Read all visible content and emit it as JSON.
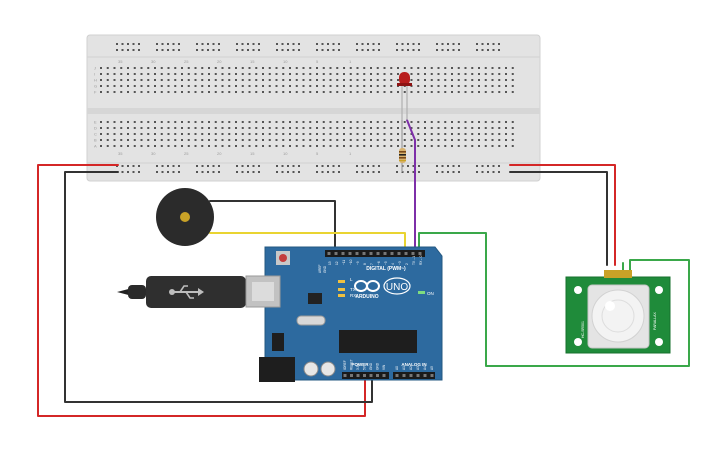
{
  "breadboard": {
    "top_col_labels": [
      "35",
      "30",
      "25",
      "20",
      "15",
      "10",
      "5",
      "1"
    ],
    "row_letters_top": [
      "J",
      "I",
      "H",
      "G",
      "F"
    ],
    "row_letters_bottom": [
      "E",
      "D",
      "C",
      "B",
      "A"
    ]
  },
  "arduino": {
    "logo_text": "ARDUINO",
    "model_text": "UNO",
    "digital_label": "DIGITAL (PWM~)",
    "power_label": "POWER",
    "analog_label": "ANALOG IN",
    "tx_label": "TX",
    "rx_label": "RX",
    "l_label": "L",
    "on_label": "ON",
    "aref_label": "AREF",
    "gnd_label": "GND",
    "power_pins": [
      "IOREF",
      "RESET",
      "3.3V",
      "5V",
      "GND",
      "GND",
      "VIN"
    ],
    "analog_pins": [
      "A0",
      "A1",
      "A2",
      "A3",
      "A4",
      "A5"
    ],
    "digital_pins": [
      "13",
      "12",
      "~11",
      "~10",
      "~9",
      "8",
      "7",
      "~6",
      "~5",
      "4",
      "~3",
      "2",
      "TX→1",
      "RX←0"
    ]
  },
  "pir_sensor": {
    "left_text": "HC-SR501",
    "right_text": "PARALLAX"
  },
  "colors": {
    "breadboard": "#e3e3e3",
    "arduino": "#2d6a9f",
    "wire_red": "#d42727",
    "wire_black": "#333333",
    "wire_green": "#3aa84a",
    "wire_yellow": "#e9d431",
    "wire_purple": "#7d2fa8",
    "pir_board": "#1f8b3a",
    "led": "#b81d1d"
  }
}
